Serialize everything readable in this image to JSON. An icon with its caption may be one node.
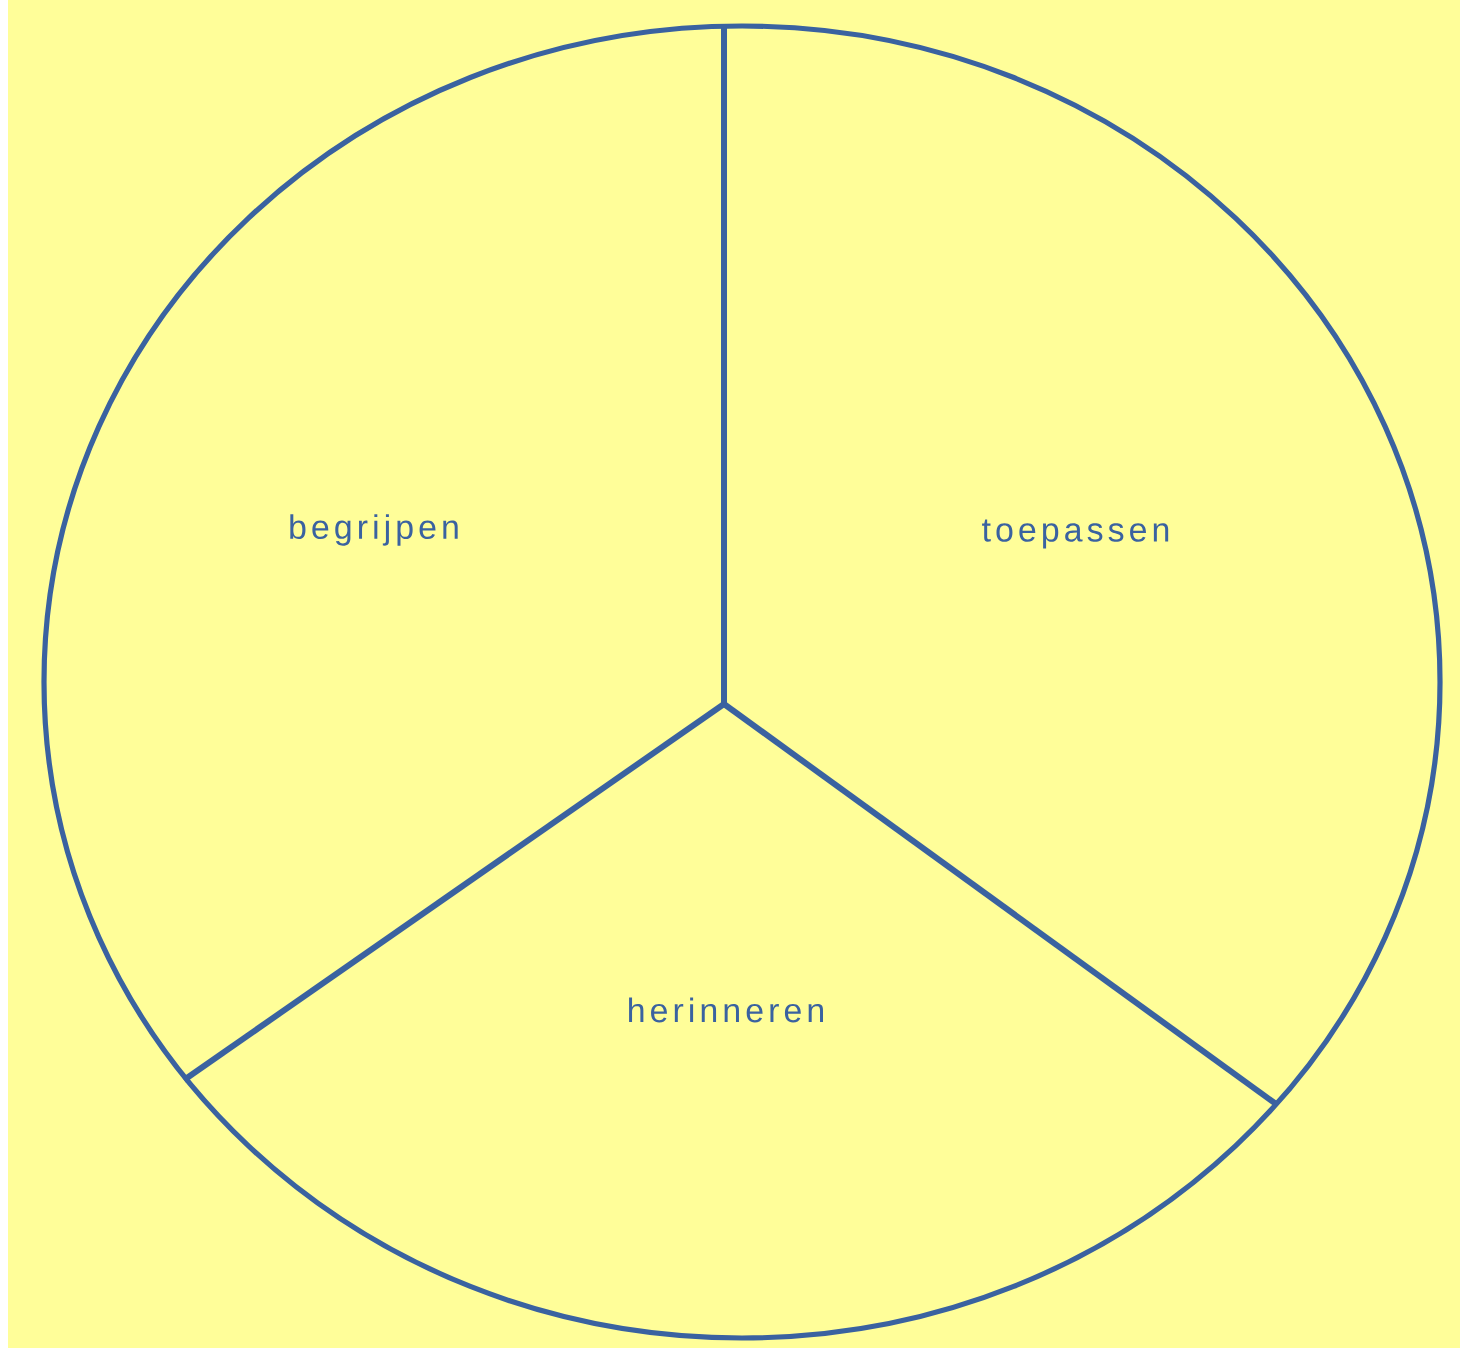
{
  "diagram": {
    "nodes": [
      {
        "text": [],
        "shape": "circle"
      },
      {
        "text": [
          "begrijpen"
        ],
        "in": 0
      },
      {
        "text": [
          "toepassen"
        ],
        "in": 0
      },
      {
        "text": [
          "herinneren"
        ],
        "in": 0
      }
    ]
  }
}
